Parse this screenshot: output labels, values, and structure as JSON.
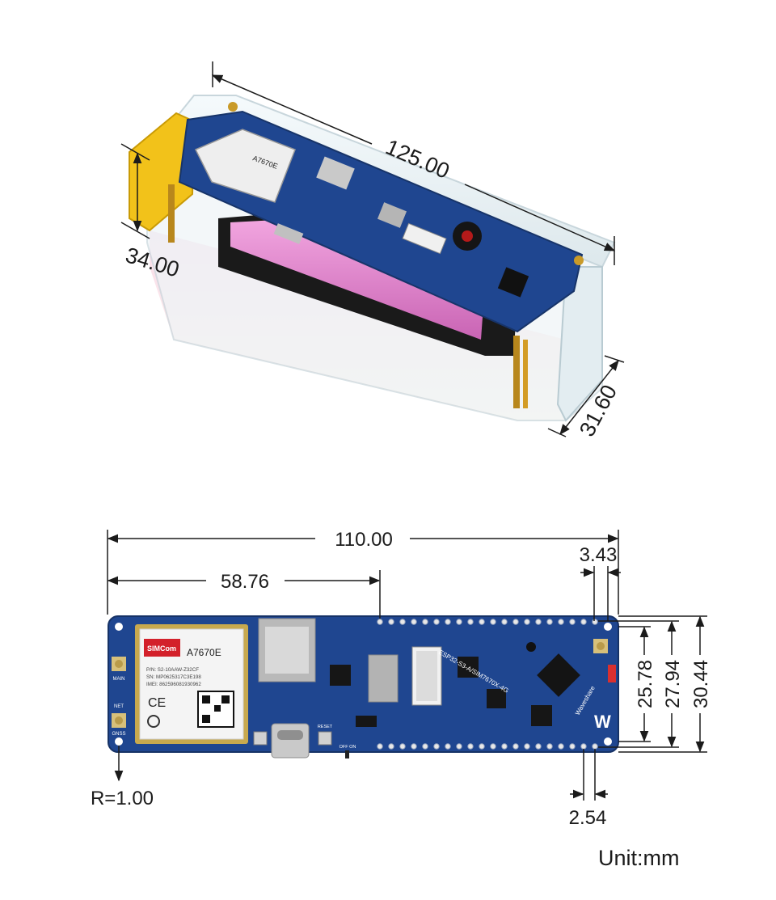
{
  "top_view": {
    "length": "125.00",
    "height": "34.00",
    "depth": "31.60"
  },
  "bottom_view": {
    "total_length": "110.00",
    "module_offset": "58.76",
    "hole_offset": "3.43",
    "height_inner": "25.78",
    "height_mid": "27.94",
    "height_outer": "30.44",
    "corner_radius": "R=1.00",
    "pin_pitch": "2.54"
  },
  "board": {
    "module_brand": "SIMCom",
    "module_model": "A7670E",
    "module_pn": "P/N: S2-10AAW-Z32CF",
    "module_sn": "SN: MP0625317C3E198",
    "module_imei": "IMEI: 862596081930962",
    "ce_mark": "CE",
    "ant_main": "MAIN",
    "ant_net": "NET",
    "ant_gnss": "GNSS",
    "switch_label": "OFF  ON",
    "reset_label": "RESET",
    "board_name": "ESP32-S3-A/SIM7670X-4G",
    "brand": "Waveshare"
  },
  "unit_label": "Unit:mm",
  "colors": {
    "pcb": "#1f4690",
    "pcb_dark": "#17346c",
    "acrylic": "#e9f1f4",
    "battery": "#e58ad0",
    "yellow_cap": "#f2c21a",
    "dim_line": "#1b1b1b"
  }
}
